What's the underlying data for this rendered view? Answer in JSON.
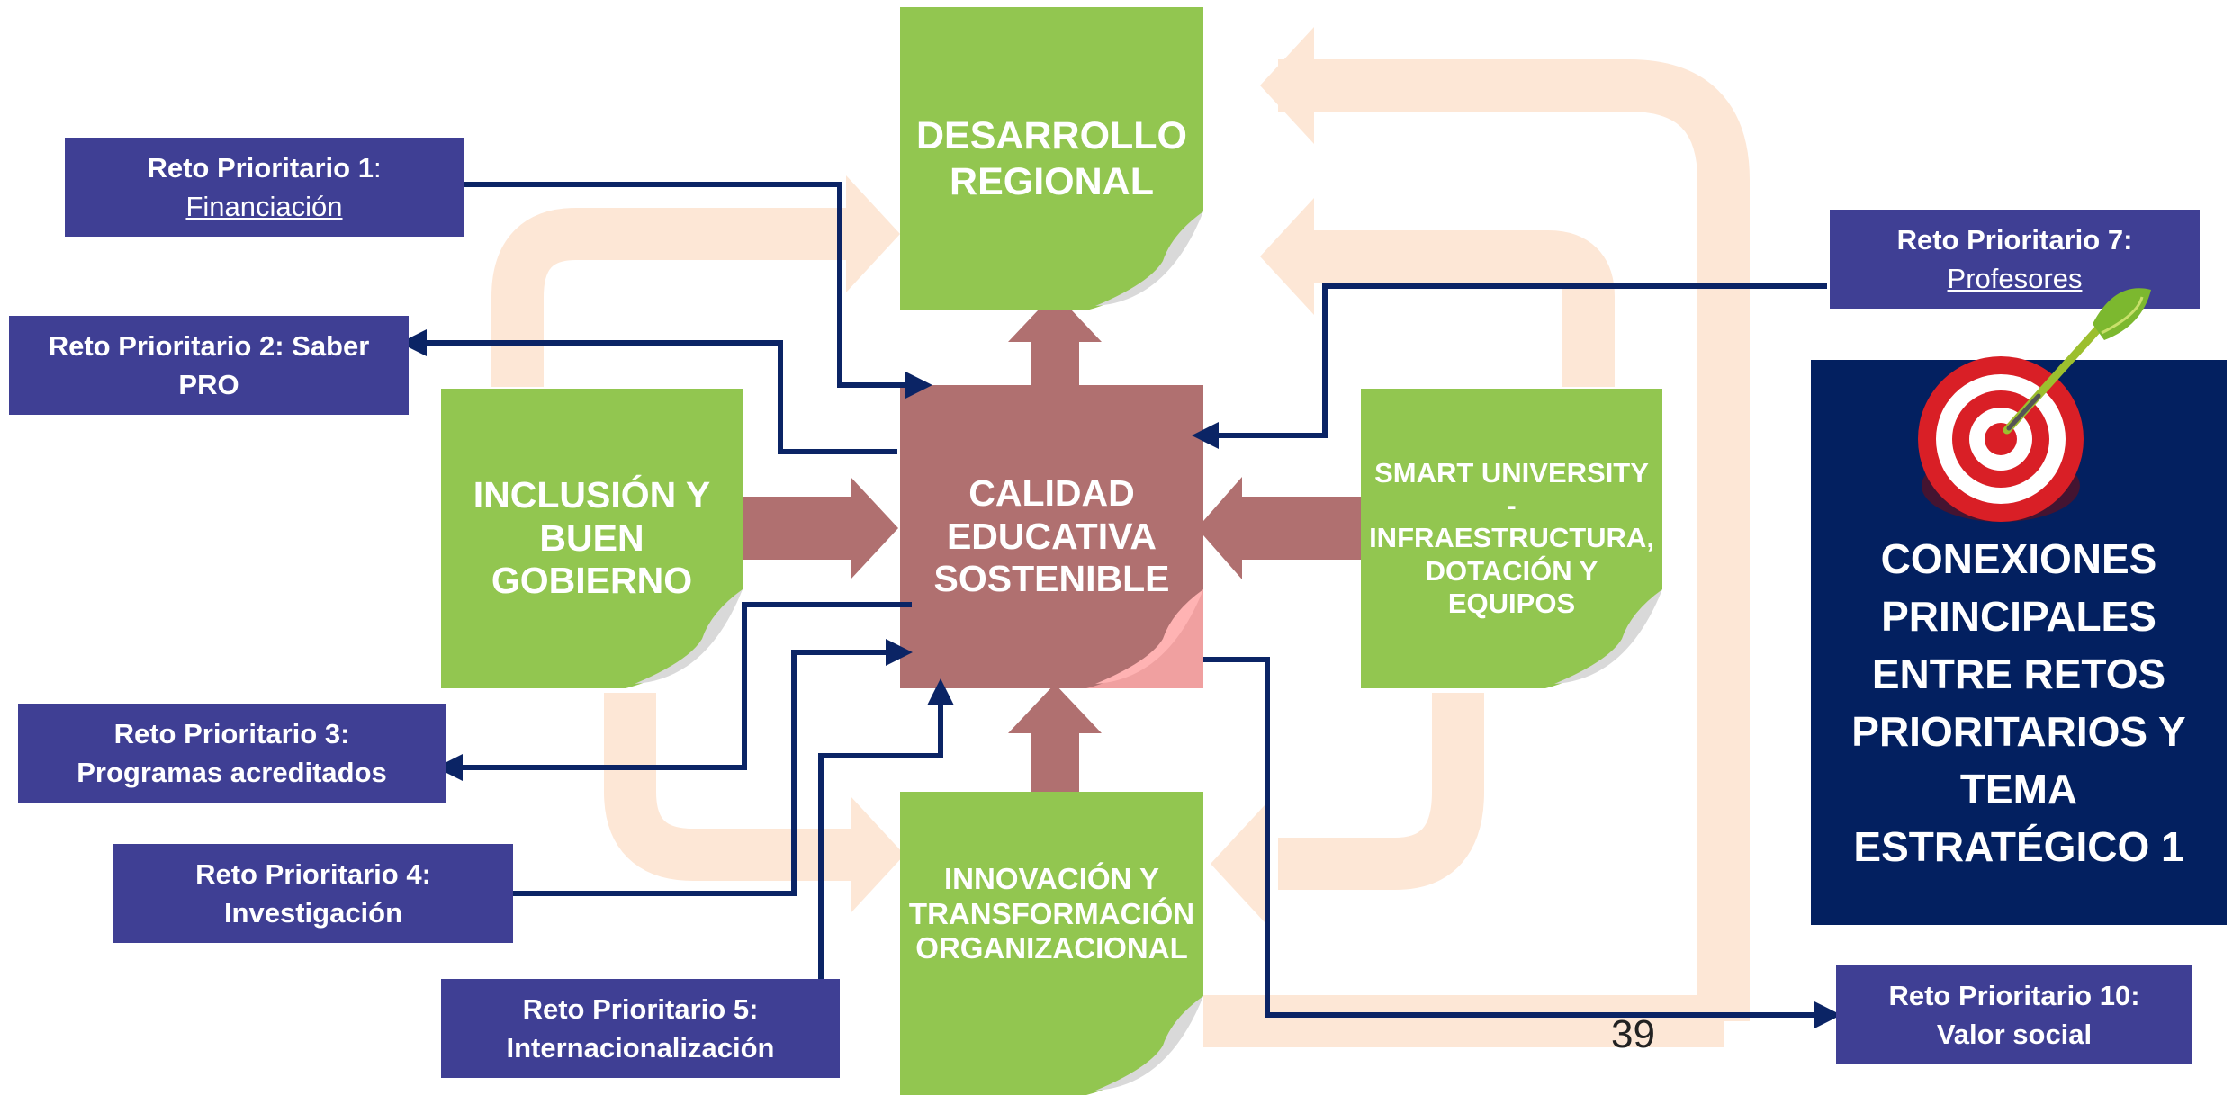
{
  "boxes": {
    "desarrollo": "DESARROLLO\nREGIONAL",
    "inclusion": "INCLUSIÓN Y\nBUEN\nGOBIERNO",
    "calidad": "CALIDAD\nEDUCATIVA\nSOSTENIBLE",
    "smart": "SMART UNIVERSITY -\nINFRAESTRUCTURA,\nDOTACIÓN Y\nEQUIPOS",
    "innovacion": "INNOVACIÓN Y\nTRANSFORMACIÓN\nORGANIZACIONAL"
  },
  "retos": {
    "r1": {
      "title": "Reto Prioritario 1",
      "colon": ":",
      "topic": "Financiación"
    },
    "r2": {
      "line1": "Reto Prioritario 2: Saber",
      "line2": "PRO"
    },
    "r3": {
      "line1": "Reto Prioritario 3:",
      "line2": "Programas  acreditados"
    },
    "r4": {
      "line1": "Reto Prioritario 4:",
      "line2": "Investigación"
    },
    "r5": {
      "line1": "Reto Prioritario 5:",
      "line2": "Internacionalización"
    },
    "r7": {
      "title": "Reto Prioritario 7:",
      "topic": "Profesores"
    },
    "r10": {
      "line1": "Reto Prioritario 10:",
      "line2": "Valor social"
    }
  },
  "summary": {
    "title": "CONEXIONES\nPRINCIPALES\nENTRE RETOS\nPRIORITARIOS Y\nTEMA\nESTRATÉGICO 1"
  },
  "page_number": "39",
  "colors": {
    "green_box": "#92c650",
    "center_box": "#b07070",
    "reto_box": "#3f3f94",
    "summary_box": "#032060",
    "connector": "#0b2465",
    "peach_arrow": "#fde7d6"
  },
  "icons": {
    "summary": "target-dart-icon"
  }
}
